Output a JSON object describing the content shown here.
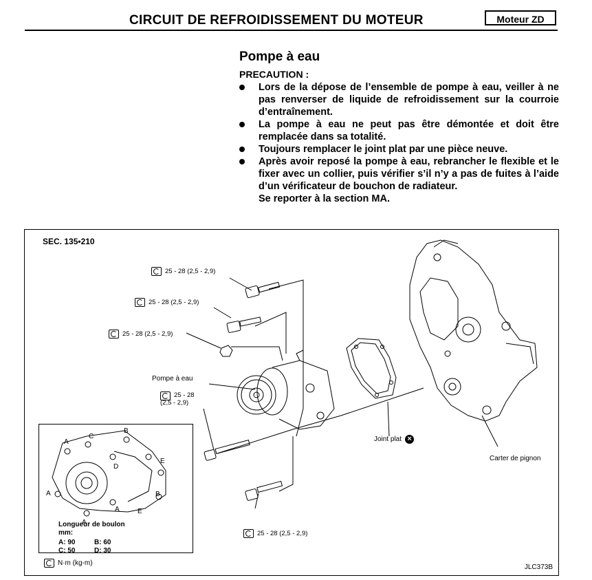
{
  "header": {
    "title": "CIRCUIT DE REFROIDISSEMENT DU MOTEUR",
    "badge": "Moteur ZD"
  },
  "section": {
    "title": "Pompe à eau",
    "caution_label": "PRECAUTION :",
    "items": [
      "Lors de la dépose de l’ensemble de pompe à eau, veiller à ne pas renverser de liquide de refroidissement sur la courroie d’entraînement.",
      "La pompe à eau ne peut pas être démontée et doit être remplacée dans sa totalité.",
      "Toujours remplacer le joint plat par une pièce neuve.",
      "Après avoir reposé la pompe à eau, rebrancher le flexible et le fixer avec un collier, puis vérifier s’il n’y a pas de fuites à l’aide d’un vérificateur de bouchon de radiateur."
    ],
    "reference": "Se reporter à la section MA."
  },
  "figure": {
    "sec": "SEC. 135•210",
    "torque_1": "25 - 28 (2,5 - 2,9)",
    "torque_2": "25 - 28 (2,5 - 2,9)",
    "torque_3": "25 - 28 (2,5 - 2,9)",
    "torque_4_line1": "25 - 28",
    "torque_4_line2": "(2,5 - 2,9)",
    "torque_5": "25 - 28 (2,5 - 2,9)",
    "pump_label": "Pompe à eau",
    "gasket_label": "Joint plat",
    "cover_label": "Carter de pignon",
    "inset": {
      "title_line1": "Longueur de boulon",
      "title_line2": "mm:",
      "lengths": [
        "A: 90",
        "B: 60",
        "C: 50",
        "D: 30"
      ],
      "letters": {
        "a1": "A",
        "a2": "A",
        "a3": "A",
        "a4": "A",
        "b1": "B",
        "b2": "B",
        "c": "C",
        "d": "D",
        "e1": "E",
        "e2": "E"
      }
    },
    "legend": "N·m (kg-m)",
    "code": "JLC373B"
  },
  "icons": {
    "torque": "torque-wrench-icon",
    "bullet": "bullet-icon",
    "replace": "replace-part-icon"
  }
}
